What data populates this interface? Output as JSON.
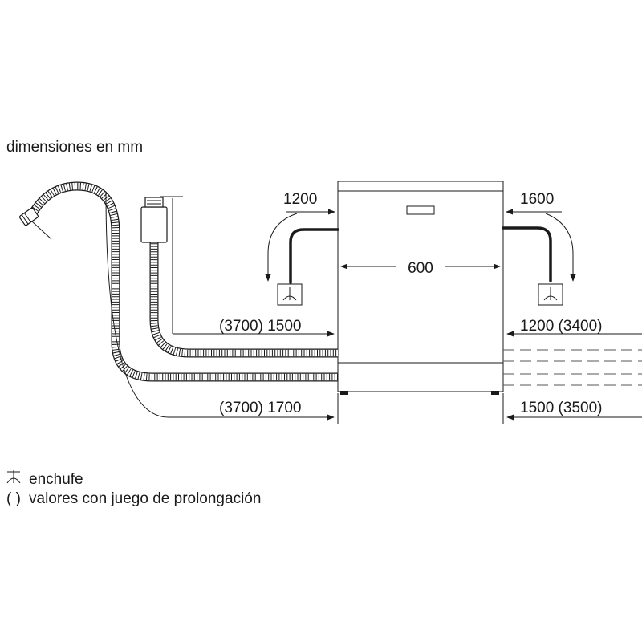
{
  "title": "dimensiones en mm",
  "labels": {
    "width": "600",
    "left_cable": "1200",
    "right_cable": "1600",
    "left_upper": "(3700) 1500",
    "left_lower": "(3700) 1700",
    "right_upper": "1200 (3400)",
    "right_lower": "1500 (3500)"
  },
  "legend": {
    "plug_symbol": "⊥",
    "plug_label": "enchufe",
    "paren_symbol": "( )",
    "paren_label": "valores con juego de prolongación"
  },
  "icons": {
    "outlet": "socket-icon",
    "plug": "plug-icon"
  }
}
